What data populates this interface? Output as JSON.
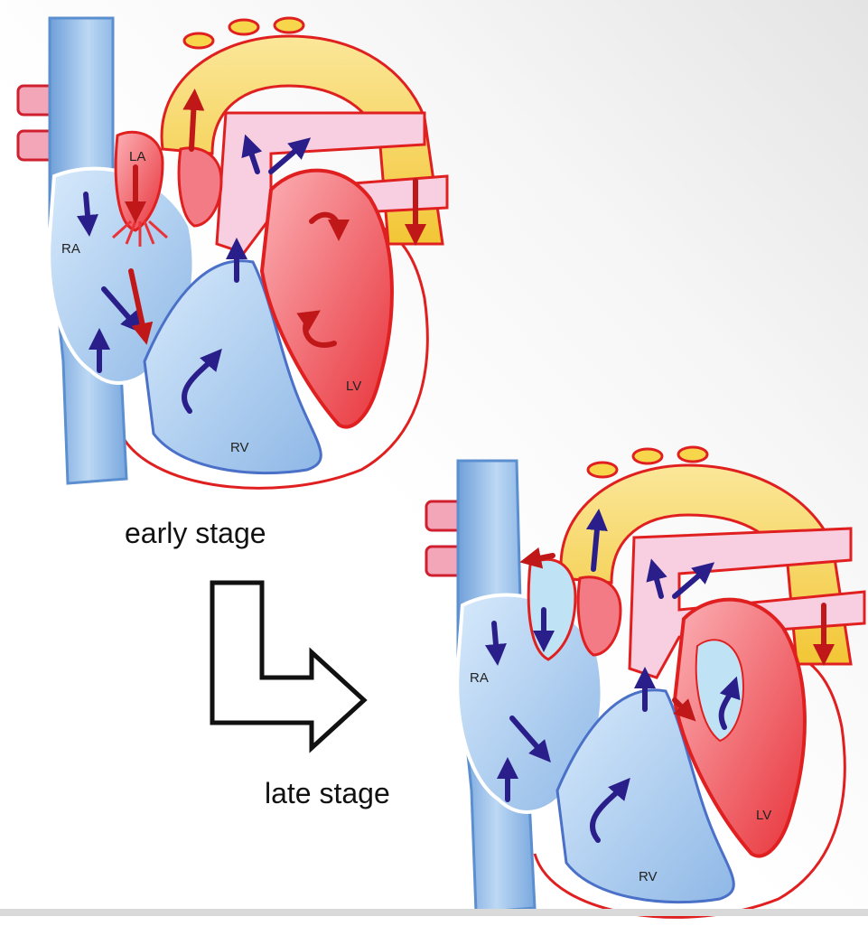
{
  "labels": {
    "early": "early stage",
    "late": "late stage"
  },
  "chambers": {
    "right_atrium": "RA",
    "left_atrium": "LA",
    "right_ventricle": "RV",
    "left_ventricle": "LV"
  },
  "colors": {
    "deoxygenated_blue": "#a9cdf0",
    "vein_blue": "#8fb8e6",
    "arrow_blue": "#2a1f8a",
    "oxygenated_red": "#e8333a",
    "chamber_pink": "#f27b86",
    "aorta_yellow": "#f7d64c",
    "pulmonary_pink": "#f8cfe0",
    "outline_red": "#e02020"
  },
  "icons": {
    "transition_arrow": "l-shaped-arrow-icon"
  }
}
